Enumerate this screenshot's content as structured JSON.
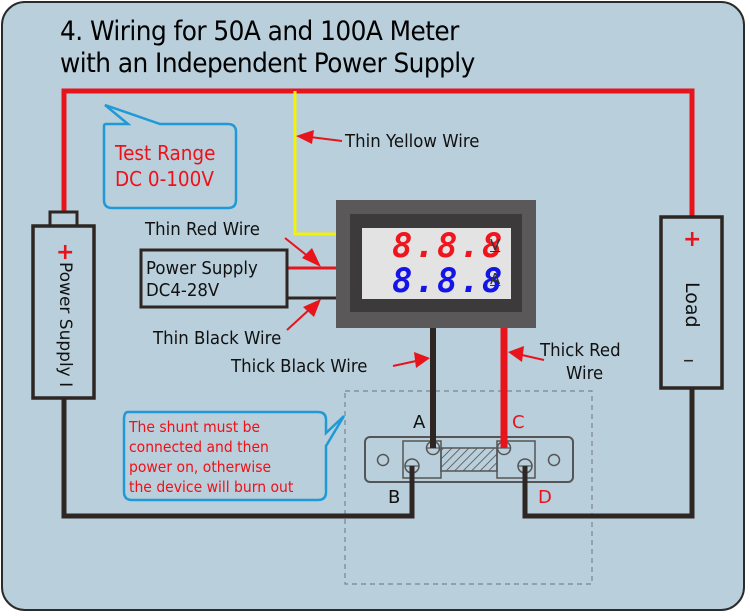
{
  "title": {
    "line1": "4. Wiring for 50A and 100A Meter",
    "line2": "with an Independent Power Supply"
  },
  "callouts": {
    "test_range": {
      "line1": "Test Range",
      "line2": "DC 0-100V"
    },
    "shunt_warning": {
      "lines": [
        "The shunt must be",
        "connected and then",
        "power on, otherwise",
        "the device will burn out"
      ]
    }
  },
  "wire_labels": {
    "thin_yellow": "Thin Yellow Wire",
    "thin_red": "Thin Red Wire",
    "thin_black": "Thin Black Wire",
    "thick_black": "Thick Black Wire",
    "thick_red_line1": "Thick Red",
    "thick_red_line2": "Wire"
  },
  "power_supply_box": {
    "line1": "Power Supply",
    "line2": "DC4-28V"
  },
  "power_supply_1": {
    "label": "Power Supply I",
    "plus": "+"
  },
  "load": {
    "label": "Load",
    "plus": "+",
    "minus": "–"
  },
  "meter": {
    "voltage_display": "8.8.8",
    "current_display": "8.8.8",
    "voltage_unit": "V",
    "current_unit": "A"
  },
  "shunt_terminals": {
    "a": "A",
    "b": "B",
    "c": "C",
    "d": "D"
  },
  "colors": {
    "background": "#b9cfdb",
    "red_wire": "#e8141c",
    "yellow_wire": "#f2f20a",
    "black_wire": "#2e2623",
    "bubble_border": "#1f9ad6",
    "voltage_digits": "#f0141c",
    "current_digits": "#1414e6"
  }
}
